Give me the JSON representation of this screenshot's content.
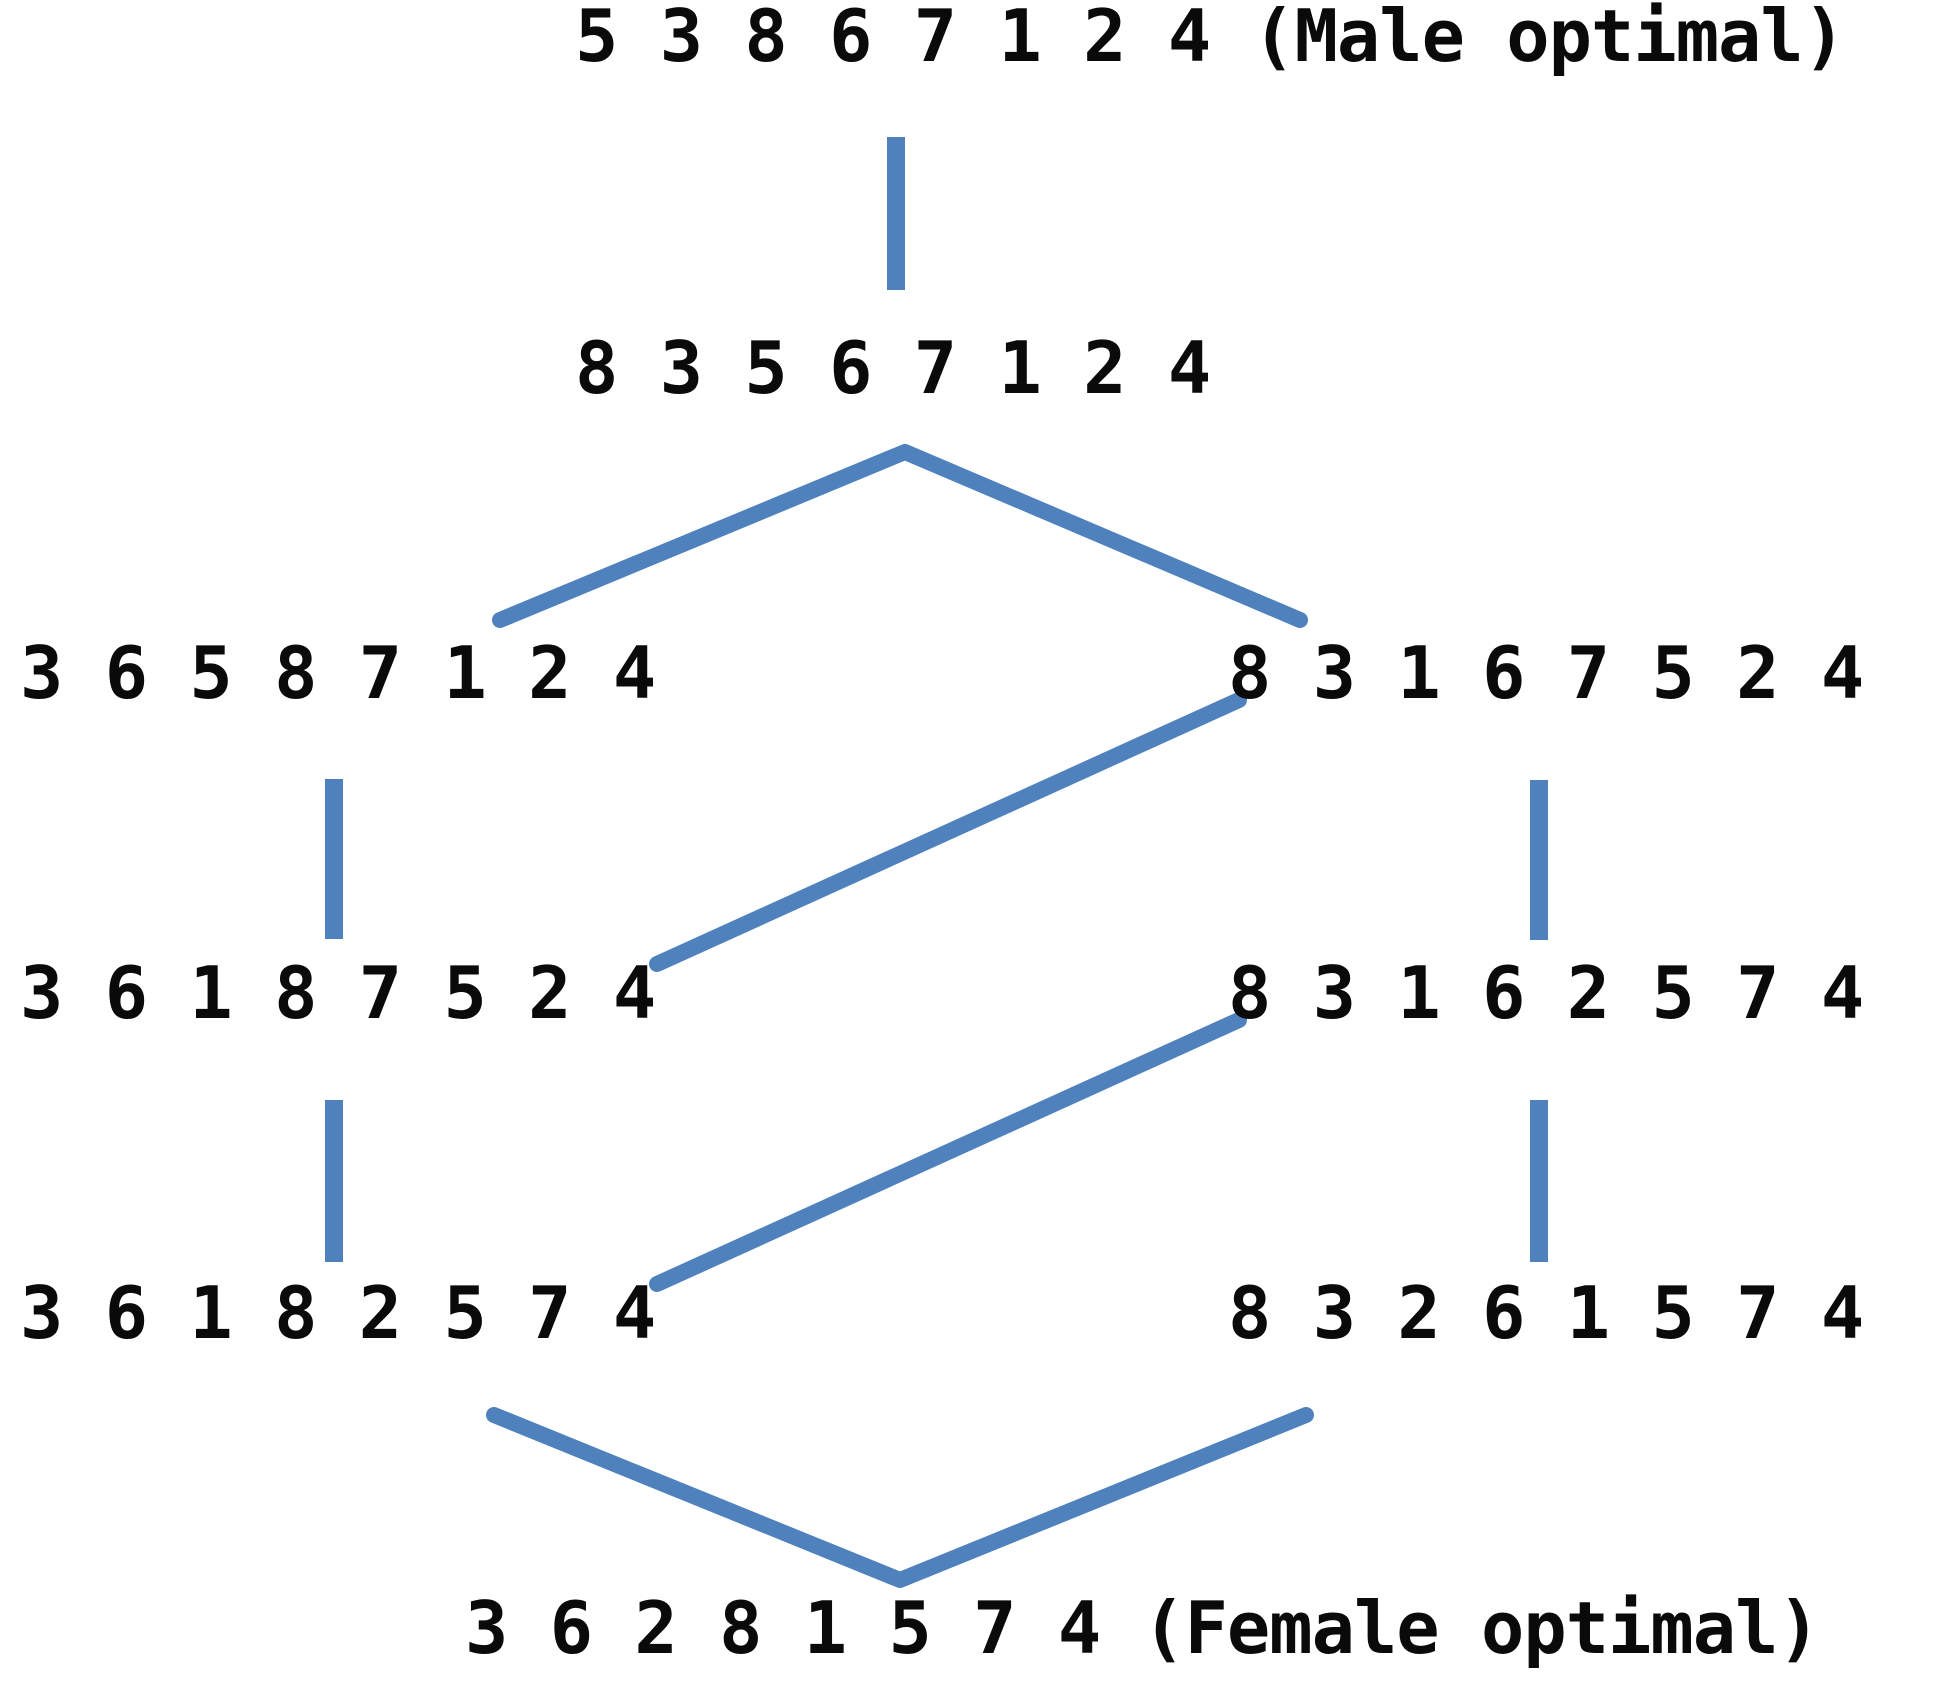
{
  "diagram": {
    "description": "Lattice (Hasse diagram) of stable matchings from male optimal to female optimal",
    "colors": {
      "edge": "#4f81bd",
      "text": "#0a0a0a",
      "background": "#ffffff"
    },
    "nodes": {
      "male_optimal": {
        "sequence": "5 3 8 6 7 1 2 4",
        "annotation": "(Male optimal)"
      },
      "level2": {
        "sequence": "8 3 5 6 7 1 2 4"
      },
      "level3_left": {
        "sequence": "3 6 5 8 7 1 2 4"
      },
      "level3_right": {
        "sequence": "8 3 1 6 7 5 2 4"
      },
      "level4_left": {
        "sequence": "3 6 1 8 7 5 2 4"
      },
      "level4_right": {
        "sequence": "8 3 1 6 2 5 7 4"
      },
      "level5_left": {
        "sequence": "3 6 1 8 2 5 7 4"
      },
      "level5_right": {
        "sequence": "8 3 2 6 1 5 7 4"
      },
      "female_optimal": {
        "sequence": "3 6 2 8 1 5 7 4",
        "annotation": "(Female optimal)"
      }
    },
    "edges": [
      {
        "from": "male_optimal",
        "to": "level2"
      },
      {
        "from": "level2",
        "to": "level3_left"
      },
      {
        "from": "level2",
        "to": "level3_right"
      },
      {
        "from": "level3_left",
        "to": "level4_left"
      },
      {
        "from": "level3_right",
        "to": "level4_left"
      },
      {
        "from": "level3_right",
        "to": "level4_right"
      },
      {
        "from": "level4_left",
        "to": "level5_left"
      },
      {
        "from": "level4_right",
        "to": "level5_left"
      },
      {
        "from": "level4_right",
        "to": "level5_right"
      },
      {
        "from": "level5_left",
        "to": "female_optimal"
      },
      {
        "from": "level5_right",
        "to": "female_optimal"
      }
    ]
  }
}
